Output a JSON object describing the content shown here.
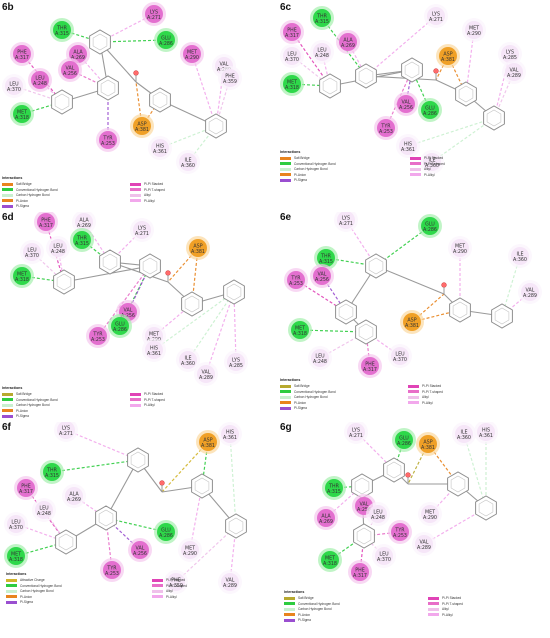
{
  "colors": {
    "salt_bridge": "#b7a92f",
    "conv_hbond": "#2ecc40",
    "carbon_hbond": "#c9f0cf",
    "pi_anion": "#e8841e",
    "pi_sigma": "#9a4fd0",
    "pi_pi_stacked": "#e043b6",
    "pi_pi_tshaped": "#e86ec8",
    "alkyl": "#efc0ea",
    "pi_alkyl": "#f2a8ec",
    "attractive_charge": "#d2b52a",
    "bond": "#9a9a9a"
  },
  "panels": [
    {
      "id": "6b",
      "label": "6b",
      "legend_title": "Interactions",
      "legend_left": [
        {
          "label": "Salt Bridge",
          "color": "#e8841e"
        },
        {
          "label": "Conventional Hydrogen Bond",
          "color": "#2ecc40"
        },
        {
          "label": "Carbon Hydrogen Bond",
          "color": "#c9f0cf"
        },
        {
          "label": "Pi-Anion",
          "color": "#e8841e"
        },
        {
          "label": "Pi-Sigma",
          "color": "#9a4fd0"
        }
      ],
      "legend_right": [
        {
          "label": "Pi-Pi Stacked",
          "color": "#e043b6"
        },
        {
          "label": "Pi-Pi T-shaped",
          "color": "#e86ec8"
        },
        {
          "label": "Alkyl",
          "color": "#efc0ea"
        },
        {
          "label": "Pi-Alkyl",
          "color": "#f2a8ec"
        }
      ],
      "residues": [
        {
          "label": "THR A:315",
          "kind": "green"
        },
        {
          "label": "LYS A:271",
          "kind": "pink"
        },
        {
          "label": "ALA A:269",
          "kind": "pink"
        },
        {
          "label": "GLU A:286",
          "kind": "green"
        },
        {
          "label": "PHE A:317",
          "kind": "pink"
        },
        {
          "label": "VAL A:256",
          "kind": "pink"
        },
        {
          "label": "MET A:290",
          "kind": "pink"
        },
        {
          "label": "LEU A:248",
          "kind": "pink"
        },
        {
          "label": "LEU A:370",
          "kind": "pale"
        },
        {
          "label": "VAL A:289",
          "kind": "pale"
        },
        {
          "label": "PHE A:359",
          "kind": "pale"
        },
        {
          "label": "MET A:318",
          "kind": "green"
        },
        {
          "label": "ASP A:381",
          "kind": "orange"
        },
        {
          "label": "TYR A:253",
          "kind": "pink"
        },
        {
          "label": "HIS A:361",
          "kind": "pale"
        },
        {
          "label": "ILE A:360",
          "kind": "pale"
        }
      ]
    },
    {
      "id": "6c",
      "label": "6c",
      "legend_title": "Interactions",
      "legend_left": [
        {
          "label": "Salt Bridge",
          "color": "#e8841e"
        },
        {
          "label": "Conventional Hydrogen Bond",
          "color": "#2ecc40"
        },
        {
          "label": "Carbon Hydrogen Bond",
          "color": "#c9f0cf"
        },
        {
          "label": "Pi-Anion",
          "color": "#e8841e"
        },
        {
          "label": "Pi-Sigma",
          "color": "#9a4fd0"
        }
      ],
      "legend_right": [
        {
          "label": "Pi-Pi Stacked",
          "color": "#e043b6"
        },
        {
          "label": "Pi-Pi T-shaped",
          "color": "#e86ec8"
        },
        {
          "label": "Alkyl",
          "color": "#efc0ea"
        },
        {
          "label": "Pi-Alkyl",
          "color": "#f2a8ec"
        }
      ],
      "residues": [
        {
          "label": "THR A:315",
          "kind": "green"
        },
        {
          "label": "LYS A:271",
          "kind": "pale"
        },
        {
          "label": "PHE A:317",
          "kind": "pink"
        },
        {
          "label": "MET A:290",
          "kind": "pale"
        },
        {
          "label": "LEU A:370",
          "kind": "pale"
        },
        {
          "label": "LEU A:248",
          "kind": "pale"
        },
        {
          "label": "ALA A:269",
          "kind": "pink"
        },
        {
          "label": "ASP A:381",
          "kind": "orange"
        },
        {
          "label": "LYS A:285",
          "kind": "pale"
        },
        {
          "label": "VAL A:289",
          "kind": "pale"
        },
        {
          "label": "MET A:318",
          "kind": "green"
        },
        {
          "label": "VAL A:256",
          "kind": "pink"
        },
        {
          "label": "GLU A:286",
          "kind": "green"
        },
        {
          "label": "TYR A:253",
          "kind": "pink"
        },
        {
          "label": "HIS A:361",
          "kind": "pale"
        },
        {
          "label": "ILE A:360",
          "kind": "pale"
        }
      ]
    },
    {
      "id": "6d",
      "label": "6d",
      "legend_title": "Interactions",
      "legend_left": [
        {
          "label": "Salt Bridge",
          "color": "#b7a92f"
        },
        {
          "label": "Conventional Hydrogen Bond",
          "color": "#2ecc40"
        },
        {
          "label": "Carbon Hydrogen Bond",
          "color": "#c9f0cf"
        },
        {
          "label": "Pi-Anion",
          "color": "#e8841e"
        },
        {
          "label": "Pi-Sigma",
          "color": "#9a4fd0"
        }
      ],
      "legend_right": [
        {
          "label": "Pi-Pi Stacked",
          "color": "#e043b6"
        },
        {
          "label": "Pi-Pi T-shaped",
          "color": "#e86ec8"
        },
        {
          "label": "Pi-Alkyl",
          "color": "#f2a8ec"
        }
      ],
      "residues": [
        {
          "label": "PHE A:317",
          "kind": "pink"
        },
        {
          "label": "ALA A:269",
          "kind": "pale"
        },
        {
          "label": "LEU A:370",
          "kind": "pale"
        },
        {
          "label": "LEU A:248",
          "kind": "pale"
        },
        {
          "label": "THR A:315",
          "kind": "green"
        },
        {
          "label": "LYS A:271",
          "kind": "pale"
        },
        {
          "label": "ASP A:381",
          "kind": "orange"
        },
        {
          "label": "MET A:318",
          "kind": "green"
        },
        {
          "label": "VAL A:256",
          "kind": "pink"
        },
        {
          "label": "GLU A:286",
          "kind": "green"
        },
        {
          "label": "TYR A:253",
          "kind": "pink"
        },
        {
          "label": "MET A:290",
          "kind": "pale"
        },
        {
          "label": "HIS A:361",
          "kind": "pale"
        },
        {
          "label": "ILE A:360",
          "kind": "pale"
        },
        {
          "label": "VAL A:289",
          "kind": "pale"
        },
        {
          "label": "LYS A:285",
          "kind": "pale"
        }
      ]
    },
    {
      "id": "6e",
      "label": "6e",
      "legend_title": "Interactions",
      "legend_left": [
        {
          "label": "Salt Bridge",
          "color": "#b7a92f"
        },
        {
          "label": "Conventional Hydrogen Bond",
          "color": "#2ecc40"
        },
        {
          "label": "Carbon Hydrogen Bond",
          "color": "#c9f0cf"
        },
        {
          "label": "Pi-Anion",
          "color": "#e8841e"
        },
        {
          "label": "Pi-Sigma",
          "color": "#9a4fd0"
        }
      ],
      "legend_right": [
        {
          "label": "Pi-Pi Stacked",
          "color": "#e043b6"
        },
        {
          "label": "Pi-Pi T-shaped",
          "color": "#e86ec8"
        },
        {
          "label": "Alkyl",
          "color": "#efc0ea"
        },
        {
          "label": "Pi-Alkyl",
          "color": "#f2a8ec"
        }
      ],
      "residues": [
        {
          "label": "LYS A:271",
          "kind": "pale"
        },
        {
          "label": "GLU A:286",
          "kind": "green"
        },
        {
          "label": "THR A:315",
          "kind": "green"
        },
        {
          "label": "MET A:290",
          "kind": "pale"
        },
        {
          "label": "ILE A:360",
          "kind": "pale"
        },
        {
          "label": "TYR A:253",
          "kind": "pink"
        },
        {
          "label": "VAL A:256",
          "kind": "pink"
        },
        {
          "label": "VAL A:289",
          "kind": "pale"
        },
        {
          "label": "MET A:318",
          "kind": "green"
        },
        {
          "label": "ASP A:381",
          "kind": "orange"
        },
        {
          "label": "LEU A:248",
          "kind": "pale"
        },
        {
          "label": "PHE A:317",
          "kind": "pink"
        },
        {
          "label": "LEU A:370",
          "kind": "pale"
        }
      ]
    },
    {
      "id": "6f",
      "label": "6f",
      "legend_title": "Interactions",
      "legend_left": [
        {
          "label": "Attractive Charge",
          "color": "#d2b52a"
        },
        {
          "label": "Conventional Hydrogen Bond",
          "color": "#2ecc40"
        },
        {
          "label": "Carbon Hydrogen Bond",
          "color": "#c9f0cf"
        },
        {
          "label": "Pi-Anion",
          "color": "#e8841e"
        },
        {
          "label": "Pi-Sigma",
          "color": "#9a4fd0"
        }
      ],
      "legend_right": [
        {
          "label": "Pi-Pi Stacked",
          "color": "#e043b6"
        },
        {
          "label": "Pi-Pi T-shaped",
          "color": "#e86ec8"
        },
        {
          "label": "Alkyl",
          "color": "#efc0ea"
        },
        {
          "label": "Pi-Alkyl",
          "color": "#f2a8ec"
        }
      ],
      "residues": [
        {
          "label": "LYS A:271",
          "kind": "pale"
        },
        {
          "label": "ASP A:381",
          "kind": "orange"
        },
        {
          "label": "HIS A:361",
          "kind": "pale"
        },
        {
          "label": "THR A:315",
          "kind": "green"
        },
        {
          "label": "PHE A:317",
          "kind": "pink"
        },
        {
          "label": "ALA A:269",
          "kind": "pale"
        },
        {
          "label": "LEU A:248",
          "kind": "pale"
        },
        {
          "label": "LEU A:370",
          "kind": "pale"
        },
        {
          "label": "GLU A:286",
          "kind": "green"
        },
        {
          "label": "MET A:318",
          "kind": "green"
        },
        {
          "label": "VAL A:256",
          "kind": "pink"
        },
        {
          "label": "MET A:290",
          "kind": "pale"
        },
        {
          "label": "TYR A:253",
          "kind": "pink"
        },
        {
          "label": "PHE A:359",
          "kind": "pale"
        },
        {
          "label": "VAL A:289",
          "kind": "pale"
        }
      ]
    },
    {
      "id": "6g",
      "label": "6g",
      "legend_title": "Interactions",
      "legend_left": [
        {
          "label": "Salt Bridge",
          "color": "#b7a92f"
        },
        {
          "label": "Conventional Hydrogen Bond",
          "color": "#2ecc40"
        },
        {
          "label": "Carbon Hydrogen Bond",
          "color": "#c9f0cf"
        },
        {
          "label": "Pi-Anion",
          "color": "#e8841e"
        },
        {
          "label": "Pi-Sigma",
          "color": "#9a4fd0"
        }
      ],
      "legend_right": [
        {
          "label": "Pi-Pi Stacked",
          "color": "#e043b6"
        },
        {
          "label": "Pi-Pi T-shaped",
          "color": "#e86ec8"
        },
        {
          "label": "Alkyl",
          "color": "#efc0ea"
        },
        {
          "label": "Pi-Alkyl",
          "color": "#f2a8ec"
        }
      ],
      "residues": [
        {
          "label": "LYS A:271",
          "kind": "pale"
        },
        {
          "label": "GLU A:286",
          "kind": "green"
        },
        {
          "label": "ASP A:381",
          "kind": "orange"
        },
        {
          "label": "ILE A:360",
          "kind": "pale"
        },
        {
          "label": "HIS A:361",
          "kind": "pale"
        },
        {
          "label": "THR A:315",
          "kind": "green"
        },
        {
          "label": "VAL A:256",
          "kind": "pink"
        },
        {
          "label": "ALA A:269",
          "kind": "pink"
        },
        {
          "label": "LEU A:248",
          "kind": "pale"
        },
        {
          "label": "MET A:290",
          "kind": "pale"
        },
        {
          "label": "TYR A:253",
          "kind": "pink"
        },
        {
          "label": "VAL A:289",
          "kind": "pale"
        },
        {
          "label": "MET A:318",
          "kind": "green"
        },
        {
          "label": "PHE A:317",
          "kind": "pink"
        },
        {
          "label": "LEU A:370",
          "kind": "pale"
        }
      ]
    }
  ]
}
